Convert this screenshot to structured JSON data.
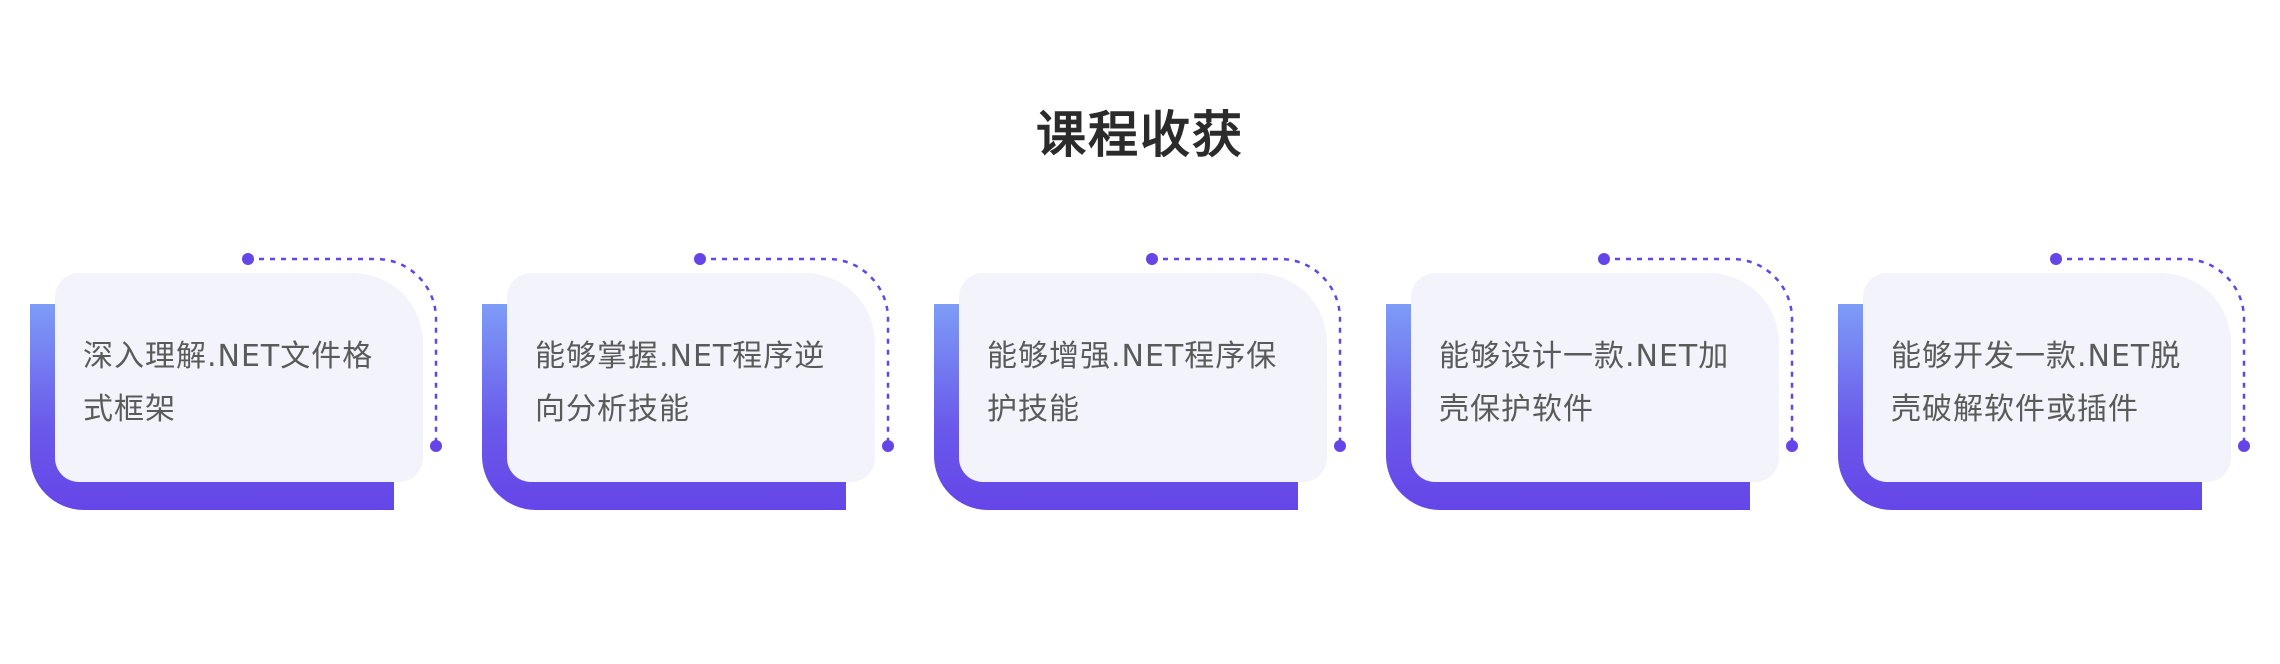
{
  "title": "课程收获",
  "colors": {
    "accent": "#6545e8",
    "gradient_top": "#7d9cf7",
    "card_bg": "#f3f3fc",
    "text": "#5a5a5a",
    "title": "#2b2b2b"
  },
  "cards": [
    {
      "text": "深入理解.NET文件格式框架"
    },
    {
      "text": "能够掌握.NET程序逆向分析技能"
    },
    {
      "text": "能够增强.NET程序保护技能"
    },
    {
      "text": "能够设计一款.NET加壳保护软件"
    },
    {
      "text": "能够开发一款.NET脱壳破解软件或插件"
    }
  ]
}
